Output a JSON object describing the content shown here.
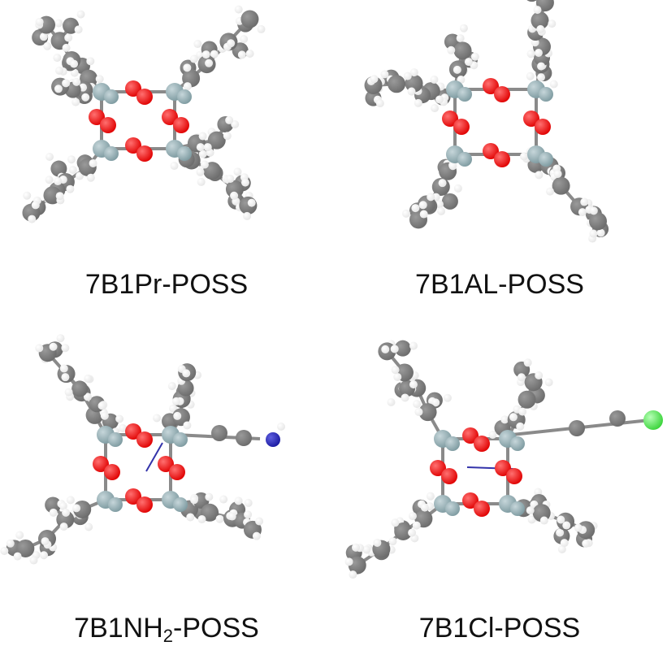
{
  "panels": [
    {
      "id": "pr",
      "label": "7B1Pr-POSS",
      "label_main": "7B1Pr-POSS",
      "label_sub": "",
      "label_tail": ""
    },
    {
      "id": "al",
      "label": "7B1AL-POSS",
      "label_main": "7B1AL-POSS",
      "label_sub": "",
      "label_tail": ""
    },
    {
      "id": "nh2",
      "label": "7B1NH2-POSS",
      "label_main": "7B1NH",
      "label_sub": "2",
      "label_tail": "-POSS"
    },
    {
      "id": "cl",
      "label": "7B1Cl-POSS",
      "label_main": "7B1Cl-POSS",
      "label_sub": "",
      "label_tail": ""
    }
  ],
  "colors": {
    "carbon": "#6b6b6b",
    "carbon_light": "#9a9a9a",
    "hydrogen": "#e6e6e6",
    "oxygen": "#e00000",
    "silicon": "#7d9aa0",
    "nitrogen": "#1a1aa0",
    "chlorine": "#39d339",
    "bond_line": "#3333aa"
  }
}
